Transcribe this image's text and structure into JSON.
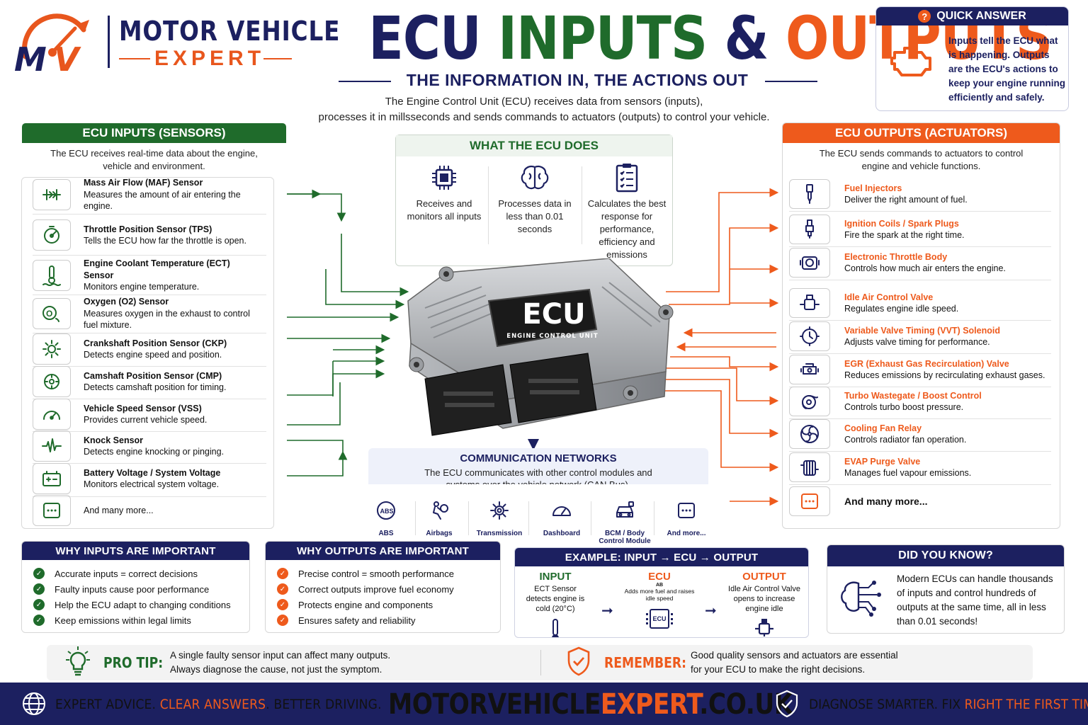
{
  "brand": {
    "name_top": "MOTOR VEHICLE",
    "name_bottom": "EXPERT",
    "logo_letters": "MV"
  },
  "title": {
    "part1": "ECU ",
    "part2": "INPUTS",
    "part3": " & ",
    "part4": "OUTPUTS"
  },
  "subtitle": "THE INFORMATION IN, THE ACTIONS OUT",
  "intro": [
    "The Engine Control Unit (ECU) receives data from sensors (inputs),",
    "processes it in millsseconds and sends commands to actuators (outputs) to control your vehicle."
  ],
  "quick_answer": {
    "heading": "QUICK ANSWER",
    "badge": "?",
    "text": "Inputs tell the ECU what is happening. Outputs are the ECU's actions to keep your engine running efficiently and safely.",
    "icon": "check-engine-icon"
  },
  "inputs": {
    "heading": "ECU INPUTS (SENSORS)",
    "desc": "The ECU receives real-time data about the engine, vehicle and environment.",
    "items": [
      {
        "name": "Mass Air Flow (MAF) Sensor",
        "desc": "Measures the amount of air entering the engine.",
        "icon": "maf-sensor-icon"
      },
      {
        "name": "Throttle Position Sensor (TPS)",
        "desc": "Tells the ECU how far the throttle is open.",
        "icon": "throttle-icon"
      },
      {
        "name": "Engine Coolant Temperature (ECT) Sensor",
        "desc": "Monitors engine temperature.",
        "icon": "thermometer-icon"
      },
      {
        "name": "Oxygen (O2) Sensor",
        "desc": "Measures oxygen in the exhaust to control fuel mixture.",
        "icon": "o2-icon"
      },
      {
        "name": "Crankshaft Position Sensor (CKP)",
        "desc": "Detects engine speed and position.",
        "icon": "gear-icon"
      },
      {
        "name": "Camshaft Position Sensor (CMP)",
        "desc": "Detects camshaft position for timing.",
        "icon": "cam-gear-icon"
      },
      {
        "name": "Vehicle Speed Sensor (VSS)",
        "desc": "Provides current vehicle speed.",
        "icon": "speedometer-icon"
      },
      {
        "name": "Knock Sensor",
        "desc": "Detects engine knocking or pinging.",
        "icon": "waveform-icon"
      },
      {
        "name": "Battery Voltage / System Voltage",
        "desc": "Monitors electrical system voltage.",
        "icon": "battery-icon"
      },
      {
        "name": "",
        "desc": "And many more...",
        "icon": "more-icon"
      }
    ]
  },
  "outputs": {
    "heading": "ECU OUTPUTS (ACTUATORS)",
    "desc": "The ECU sends commands to actuators to control engine and vehicle functions.",
    "items": [
      {
        "name": "Fuel Injectors",
        "desc": "Deliver the right amount of fuel.",
        "icon": "injector-icon"
      },
      {
        "name": "Ignition Coils / Spark Plugs",
        "desc": "Fire the spark at the right time.",
        "icon": "spark-plug-icon"
      },
      {
        "name": "Electronic Throttle Body",
        "desc": "Controls how much air enters the engine.",
        "icon": "throttle-body-icon"
      },
      {
        "name": "Idle Air Control Valve",
        "desc": "Regulates engine idle speed.",
        "icon": "valve-icon"
      },
      {
        "name": "Variable Valve Timing (VVT) Solenoid",
        "desc": "Adjusts valve timing for performance.",
        "icon": "timing-icon"
      },
      {
        "name": "EGR (Exhaust Gas Recirculation) Valve",
        "desc": "Reduces emissions by recirculating exhaust gases.",
        "icon": "egr-icon"
      },
      {
        "name": "Turbo Wastegate / Boost Control",
        "desc": "Controls turbo boost pressure.",
        "icon": "turbo-icon"
      },
      {
        "name": "Cooling Fan Relay",
        "desc": "Controls radiator fan operation.",
        "icon": "fan-icon"
      },
      {
        "name": "EVAP Purge Valve",
        "desc": "Manages fuel vapour emissions.",
        "icon": "evap-icon"
      },
      {
        "name": "",
        "desc": "And many more...",
        "icon": "more-icon"
      }
    ]
  },
  "what_ecu_does": {
    "heading": "WHAT THE ECU DOES",
    "cols": [
      {
        "text": "Receives and monitors all inputs",
        "icon": "chip-icon"
      },
      {
        "text": "Processes data in less than 0.01 seconds",
        "icon": "brain-icon"
      },
      {
        "text": "Calculates the best response for performance, efficiency and emissions",
        "icon": "checklist-icon"
      }
    ]
  },
  "ecu": {
    "label": "ECU",
    "sublabel": "ENGINE CONTROL UNIT"
  },
  "comm": {
    "heading": "COMMUNICATION NETWORKS",
    "desc": "The ECU communicates with other control modules and systems over the vehicle network (CAN Bus).",
    "items": [
      {
        "label": "ABS",
        "icon": "abs-icon"
      },
      {
        "label": "Airbags",
        "icon": "airbag-icon"
      },
      {
        "label": "Transmission",
        "icon": "transmission-gear-icon"
      },
      {
        "label": "Dashboard",
        "icon": "dashboard-icon"
      },
      {
        "label": "BCM / Body Control Module",
        "icon": "car-icon"
      },
      {
        "label": "And more...",
        "icon": "more-icon"
      }
    ]
  },
  "why_inputs": {
    "heading": "WHY INPUTS ARE IMPORTANT",
    "items": [
      "Accurate inputs = correct decisions",
      "Faulty inputs cause poor performance",
      "Help the ECU adapt to changing conditions",
      "Keep emissions within legal limits"
    ]
  },
  "why_outputs": {
    "heading": "WHY OUTPUTS ARE IMPORTANT",
    "items": [
      "Precise control = smooth performance",
      "Correct outputs improve fuel economy",
      "Protects engine and components",
      "Ensures safety and reliability"
    ]
  },
  "example": {
    "heading": "EXAMPLE: INPUT → ECU → OUTPUT",
    "input_label": "INPUT",
    "input_text": "ECT Sensor detects engine is cold (20°C)",
    "ecu_label": "ECU",
    "ecu_small": "AB",
    "ecu_text": "Adds more fuel and raises idle speed",
    "ecu_chip": "ECU",
    "output_label": "OUTPUT",
    "output_text": "Idle Air Control Valve opens to increase engine idle"
  },
  "did_you_know": {
    "heading": "DID YOU KNOW?",
    "text": "Modern ECUs can handle thousands of inputs and control hundreds of outputs at the same time, all in less than 0.01 seconds!"
  },
  "pro_tip": {
    "label": "PRO TIP:",
    "text": [
      "A single faulty sensor input can affect many outputs.",
      "Always diagnose the cause, not just the symptom."
    ]
  },
  "remember": {
    "label": "REMEMBER:",
    "text": [
      "Good quality sensors and actuators are essential",
      "for your ECU to make the right decisions."
    ]
  },
  "footer": {
    "left_a": "EXPERT ADVICE. ",
    "left_b": "CLEAR ANSWERS",
    "left_c": ". BETTER DRIVING.",
    "site_a": "MOTORVEHICLE",
    "site_b": "EXPERT",
    "site_c": ".CO.UK",
    "right_a": "DIAGNOSE SMARTER.  FIX ",
    "right_b": "RIGHT THE FIRST TIME."
  },
  "colors": {
    "navy": "#1c2060",
    "green": "#1f6b2b",
    "orange": "#ee5a1c"
  }
}
